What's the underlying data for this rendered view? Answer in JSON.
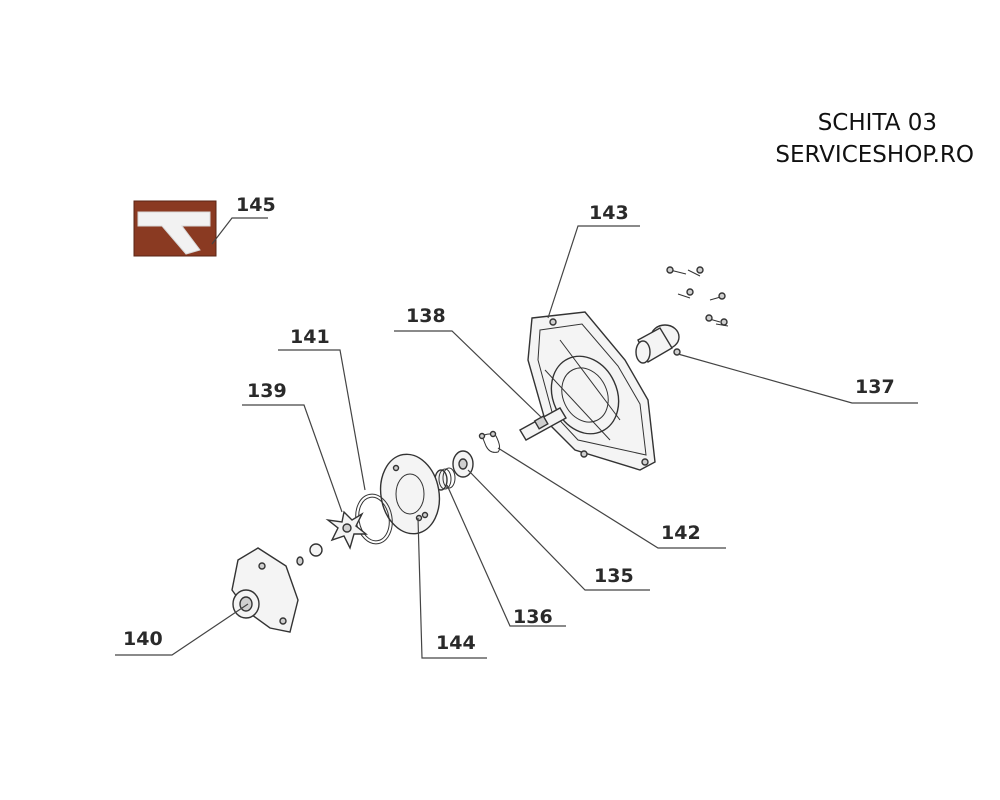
{
  "header": {
    "line1": "SCHITA 03",
    "line2": "SERVICESHOP.RO"
  },
  "parts": [
    {
      "id": "p145",
      "label": "145"
    },
    {
      "id": "p143",
      "label": "143"
    },
    {
      "id": "p138",
      "label": "138"
    },
    {
      "id": "p141",
      "label": "141"
    },
    {
      "id": "p139",
      "label": "139"
    },
    {
      "id": "p137",
      "label": "137"
    },
    {
      "id": "p142",
      "label": "142"
    },
    {
      "id": "p135",
      "label": "135"
    },
    {
      "id": "p136",
      "label": "136"
    },
    {
      "id": "p140",
      "label": "140"
    },
    {
      "id": "p144",
      "label": "144"
    }
  ],
  "colors": {
    "background": "#ffffff",
    "line": "#333333",
    "photo": "#8a3a22"
  }
}
